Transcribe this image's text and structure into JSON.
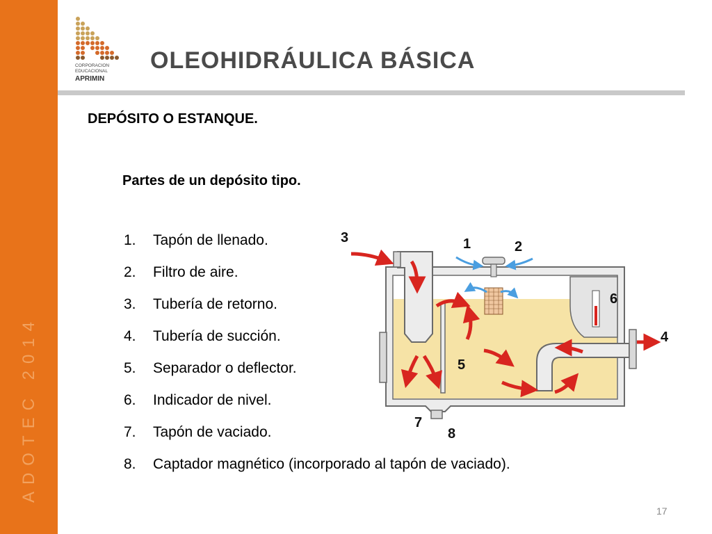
{
  "sidebar": {
    "text": "ADOTEC 2014"
  },
  "logo": {
    "line1": "CORPORACION",
    "line2": "EDUCACIONAL",
    "brand": "APRIMIN"
  },
  "title": "OLEOHIDRÁULICA BÁSICA",
  "heading": "DEPÓSITO  O ESTANQUE.",
  "subheading": "Partes de un depósito tipo.",
  "parts": [
    {
      "num": "1.",
      "label": "Tapón de llenado."
    },
    {
      "num": "2.",
      "label": "Filtro de aire."
    },
    {
      "num": "3.",
      "label": "Tubería de retorno."
    },
    {
      "num": "4.",
      "label": "Tubería de succión."
    },
    {
      "num": "5.",
      "label": "Separador o deflector."
    },
    {
      "num": "6.",
      "label": "Indicador de nivel."
    },
    {
      "num": "7.",
      "label": "Tapón de vaciado."
    },
    {
      "num": "8.",
      "label": "Captador magnético  (incorporado  al tapón de vaciado)."
    }
  ],
  "diagram_labels": {
    "l1": "1",
    "l2": "2",
    "l3": "3",
    "l4": "4",
    "l5": "5",
    "l6": "6",
    "l7": "7",
    "l8": "8"
  },
  "page_number": "17",
  "colors": {
    "sidebar": "#e8731a",
    "oil": "#f6e3a6",
    "flow_arrow": "#d8251f",
    "air_arrow": "#4a9ee0"
  }
}
